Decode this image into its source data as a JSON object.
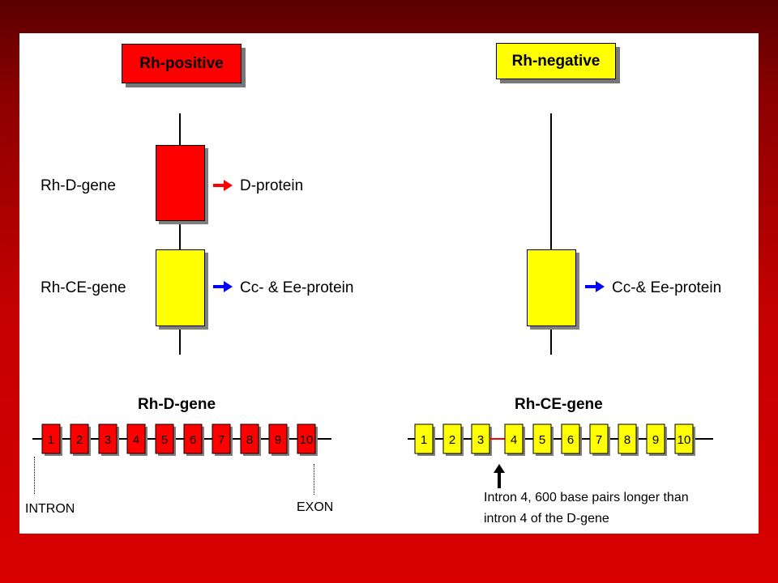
{
  "colors": {
    "d_gene": "#ff0000",
    "ce_gene": "#ffff00",
    "arrow_red": "#ff0000",
    "arrow_blue": "#0000ff",
    "background": "#c40000"
  },
  "positive": {
    "title": "Rh-positive",
    "gene_d_label": "Rh-D-gene",
    "protein_d_label": "D-protein",
    "gene_ce_label": "Rh-CE-gene",
    "protein_ce_label": "Cc- & Ee-protein"
  },
  "negative": {
    "title": "Rh-negative",
    "protein_ce_label": "Cc-& Ee-protein"
  },
  "d_gene_map": {
    "title": "Rh-D-gene",
    "exons": [
      "1",
      "2",
      "3",
      "4",
      "5",
      "6",
      "7",
      "8",
      "9",
      "10"
    ],
    "intron_label": "INTRON",
    "exon_label": "EXON"
  },
  "ce_gene_map": {
    "title": "Rh-CE-gene",
    "exons": [
      "1",
      "2",
      "3",
      "4",
      "5",
      "6",
      "7",
      "8",
      "9",
      "10"
    ],
    "note_line1": "Intron 4, 600 base pairs longer than",
    "note_line2": "intron 4 of the D-gene"
  }
}
